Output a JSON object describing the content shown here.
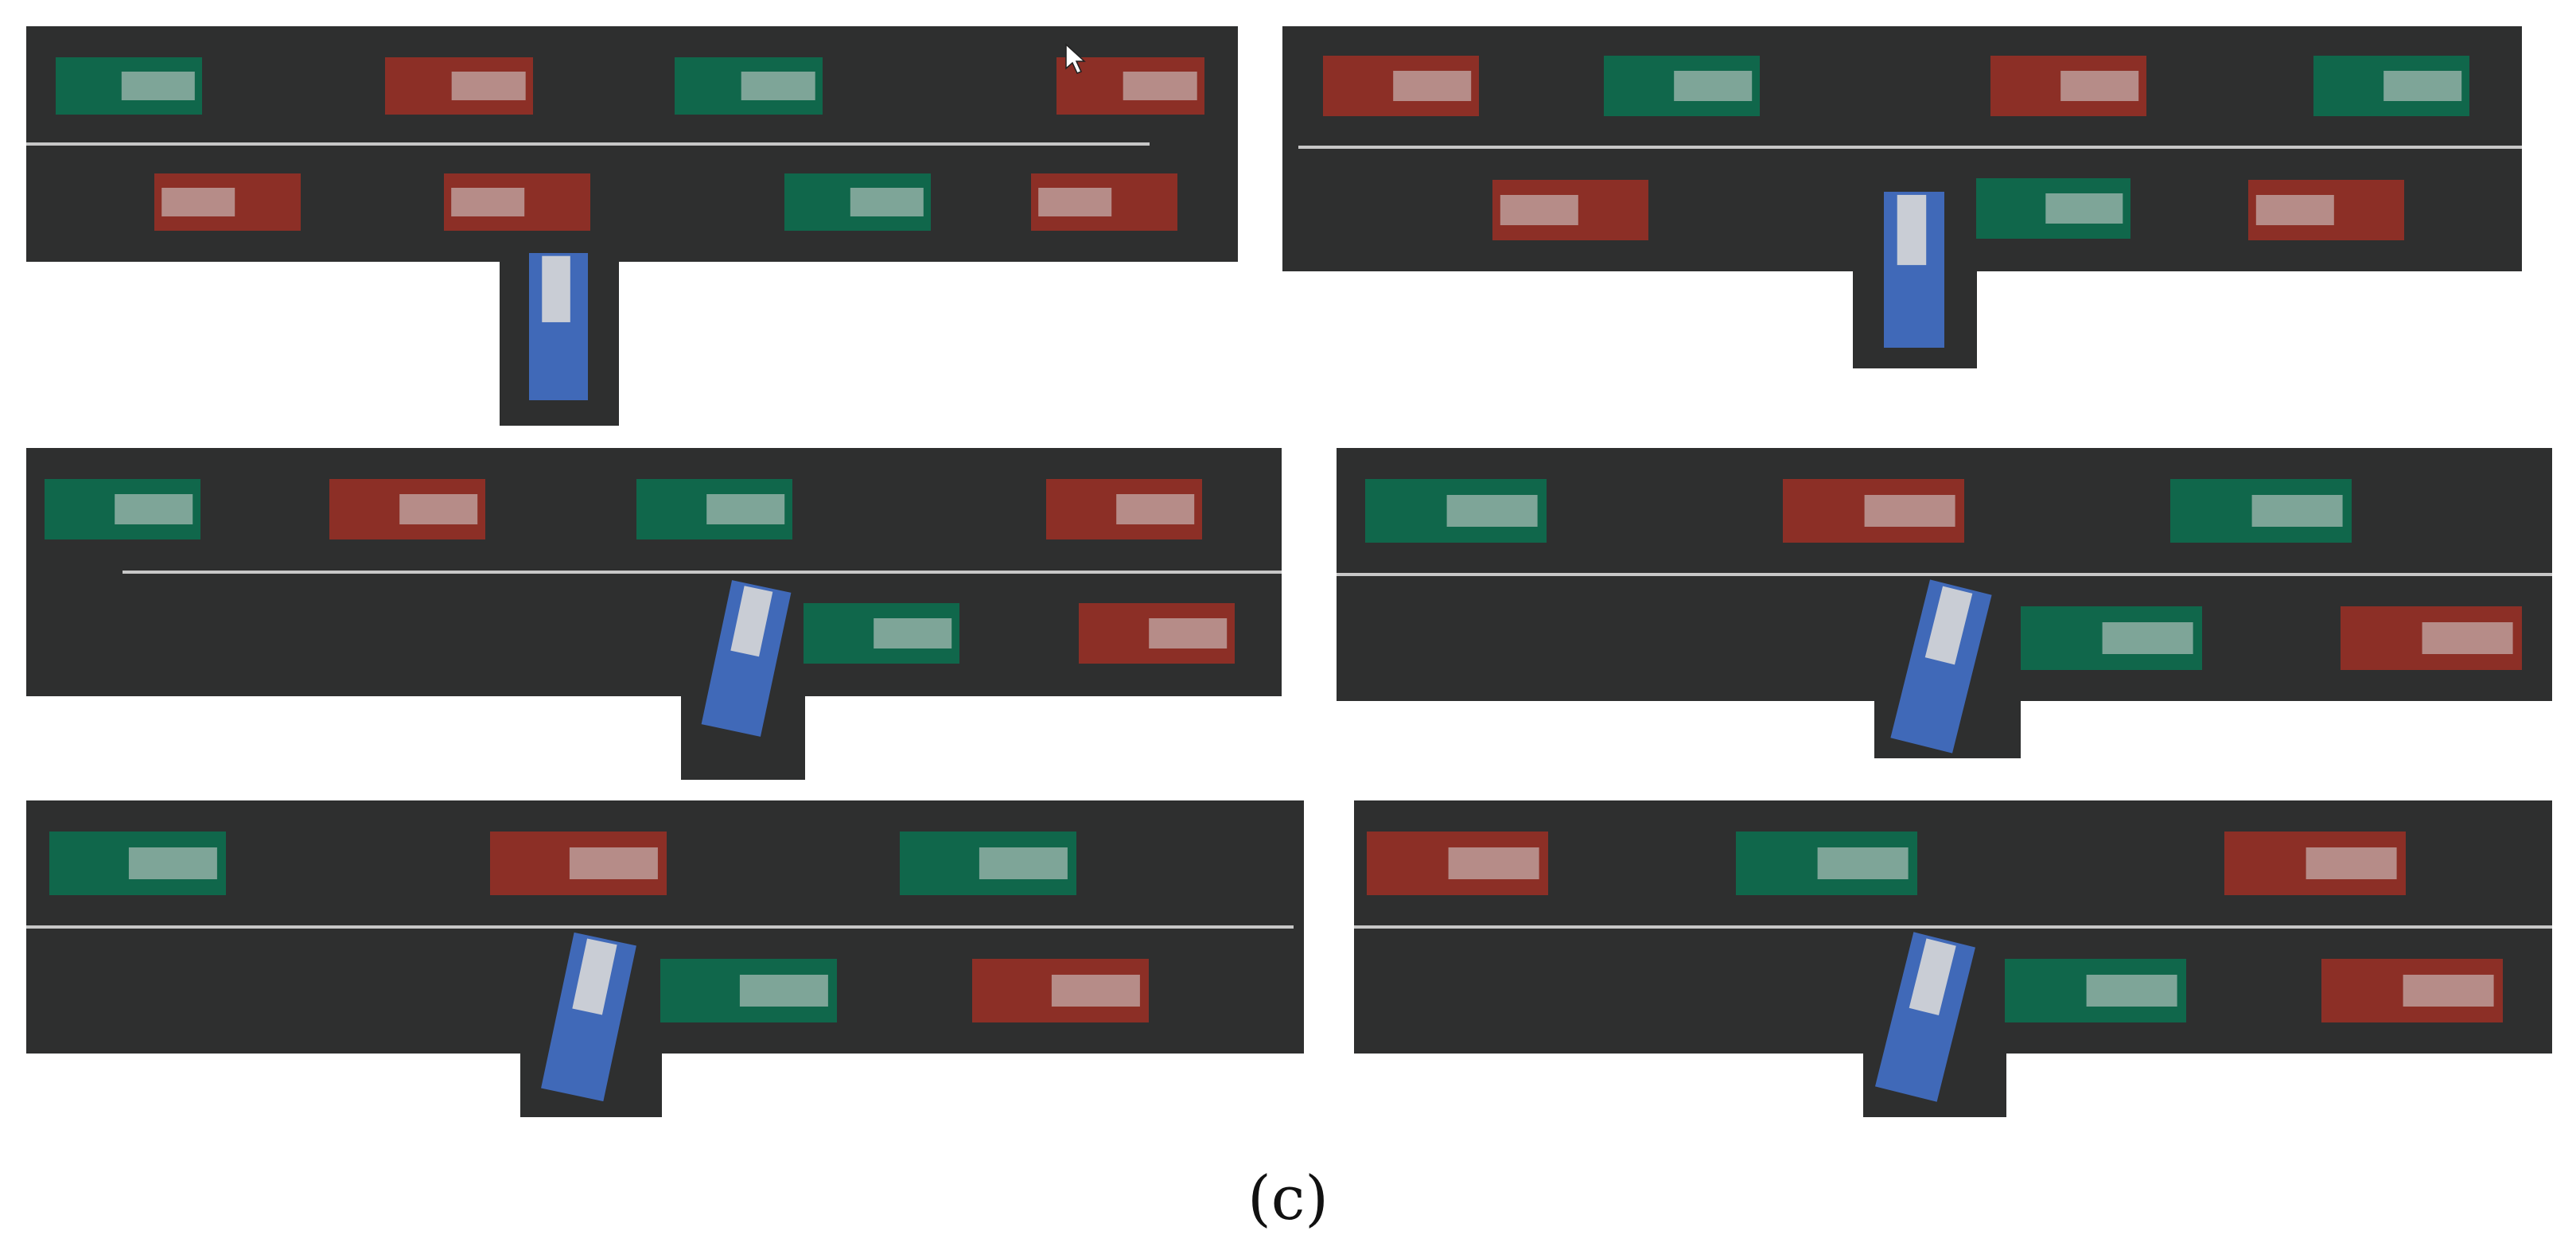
{
  "figure": {
    "caption": "(c)",
    "colors": {
      "road": "#2e2f2f",
      "lane_line": "#c7c7c7",
      "green_car": "#10674b",
      "red_car": "#8c2f26",
      "ego_car": "#4069b8",
      "roof": "#d8d8d8",
      "background": "#ffffff"
    },
    "panels": [
      {
        "name": "frame-1",
        "ego_heading": "straight",
        "upper_lane": [
          "green",
          "red",
          "green",
          "red"
        ],
        "lower_lane": [
          "red",
          "red",
          "green",
          "red"
        ]
      },
      {
        "name": "frame-2",
        "ego_heading": "straight",
        "upper_lane": [
          "red",
          "green",
          "red",
          "green"
        ],
        "lower_lane": [
          "red",
          "green",
          "red"
        ]
      },
      {
        "name": "frame-3",
        "ego_heading": "tilted-right",
        "upper_lane": [
          "green",
          "red",
          "green",
          "red"
        ],
        "lower_lane": [
          "green",
          "red"
        ]
      },
      {
        "name": "frame-4",
        "ego_heading": "tilted-right",
        "upper_lane": [
          "green",
          "red",
          "green"
        ],
        "lower_lane": [
          "green",
          "red"
        ]
      },
      {
        "name": "frame-5",
        "ego_heading": "tilted-right",
        "upper_lane": [
          "green",
          "red",
          "green"
        ],
        "lower_lane": [
          "green",
          "red"
        ]
      },
      {
        "name": "frame-6",
        "ego_heading": "tilted-right",
        "upper_lane": [
          "red",
          "green",
          "red"
        ],
        "lower_lane": [
          "green",
          "red"
        ]
      }
    ]
  }
}
